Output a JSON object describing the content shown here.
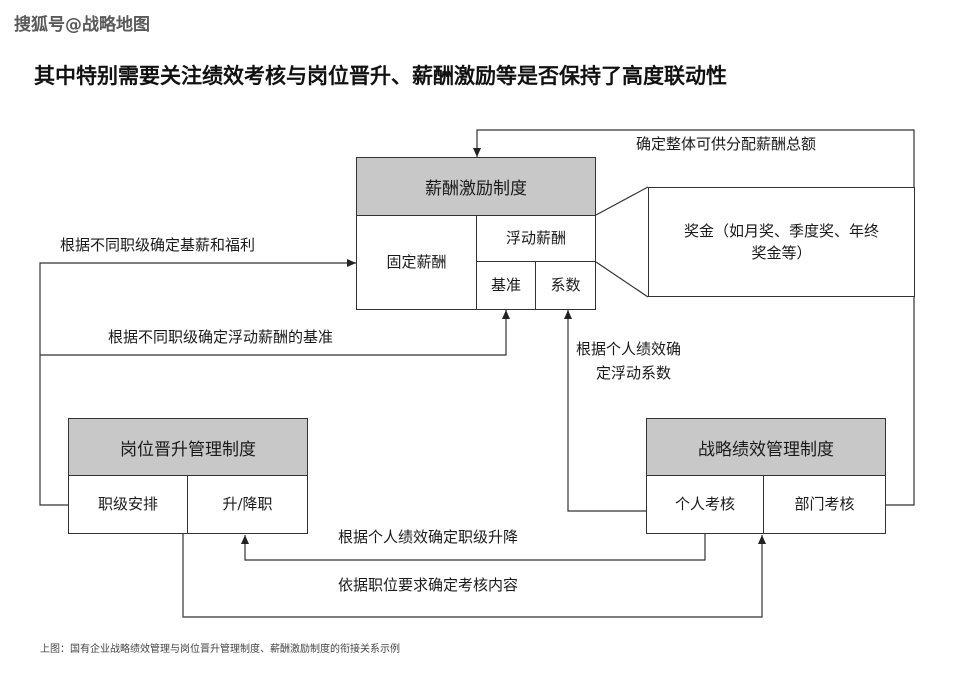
{
  "watermark": "搜狐号@战略地图",
  "heading": "其中特别需要关注绩效考核与岗位晋升、薪酬激励等是否保持了高度联动性",
  "compensation": {
    "title": "薪酬激励制度",
    "fixed": "固定薪酬",
    "floating": "浮动薪酬",
    "base": "基准",
    "coefficient": "系数"
  },
  "bonus": {
    "line1": "奖金（如月奖、季度奖、年终",
    "line2": "奖金等）"
  },
  "promotion": {
    "title": "岗位晋升管理制度",
    "arrange": "职级安排",
    "updown": "升/降职"
  },
  "performance": {
    "title": "战略绩效管理制度",
    "personal": "个人考核",
    "department": "部门考核"
  },
  "arrows": {
    "total": "确定整体可供分配薪酬总额",
    "base_salary": "根据不同职级确定基薪和福利",
    "float_base": "根据不同职级确定浮动薪酬的基准",
    "coef_line1": "根据个人绩效确",
    "coef_line2": "定浮动系数",
    "promote": "根据个人绩效确定职级升降",
    "assess": "依据职位要求确定考核内容"
  },
  "caption": "上图：国有企业战略绩效管理与岗位晋升管理制度、薪酬激励制度的衔接关系示例"
}
